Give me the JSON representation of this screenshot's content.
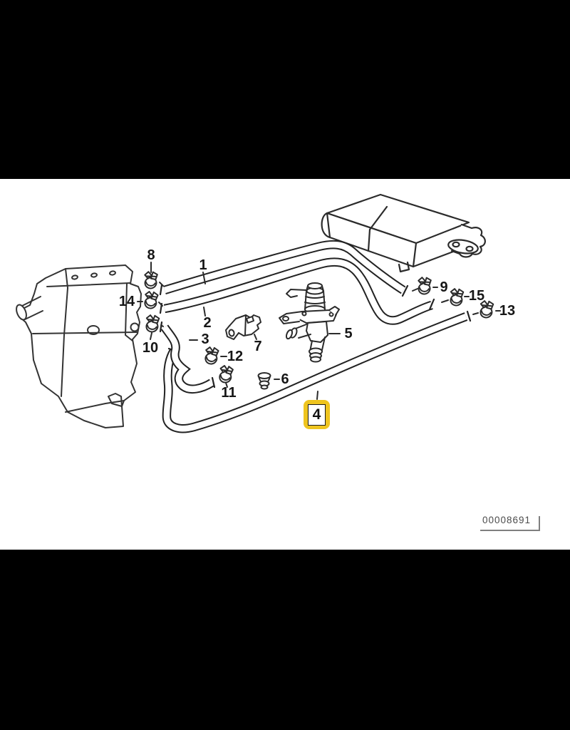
{
  "window": {
    "letterbox_color": "#000000",
    "canvas_color": "#ffffff"
  },
  "diagram": {
    "drawing_number": "00008691",
    "highlight_color": "#EEC41F",
    "line_color": "#2b2b2b",
    "callouts": [
      {
        "id": "1",
        "label": "1",
        "highlighted": false
      },
      {
        "id": "2",
        "label": "2",
        "highlighted": false
      },
      {
        "id": "3",
        "label": "3",
        "highlighted": false
      },
      {
        "id": "4",
        "label": "4",
        "highlighted": true
      },
      {
        "id": "5",
        "label": "5",
        "highlighted": false
      },
      {
        "id": "6",
        "label": "6",
        "highlighted": false
      },
      {
        "id": "7",
        "label": "7",
        "highlighted": false
      },
      {
        "id": "8",
        "label": "8",
        "highlighted": false
      },
      {
        "id": "9",
        "label": "9",
        "highlighted": false
      },
      {
        "id": "10",
        "label": "10",
        "highlighted": false
      },
      {
        "id": "11",
        "label": "11",
        "highlighted": false
      },
      {
        "id": "12",
        "label": "12",
        "highlighted": false
      },
      {
        "id": "13",
        "label": "13",
        "highlighted": false
      },
      {
        "id": "14",
        "label": "14",
        "highlighted": false
      },
      {
        "id": "15",
        "label": "15",
        "highlighted": false
      }
    ]
  }
}
